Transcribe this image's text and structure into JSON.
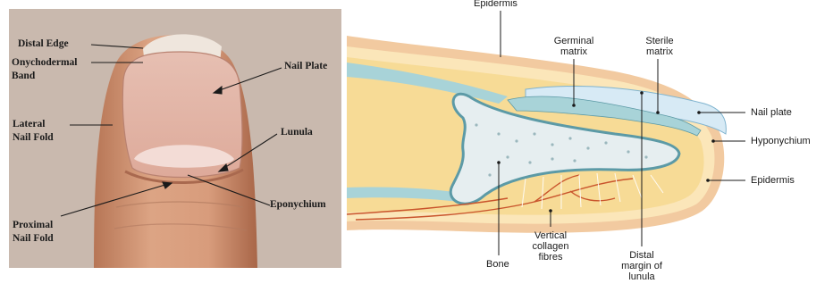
{
  "photo_labels": {
    "distal_edge": "Distal Edge",
    "onychodermal_band_1": "Onychodermal",
    "onychodermal_band_2": "Band",
    "nail_plate": "Nail Plate",
    "lateral_nail_fold_1": "Lateral",
    "lateral_nail_fold_2": "Nail Fold",
    "lunula": "Lunula",
    "eponychium": "Eponychium",
    "proximal_nail_fold_1": "Proximal",
    "proximal_nail_fold_2": "Nail Fold"
  },
  "diagram_labels": {
    "epidermis_top": "Epidermis",
    "germinal_matrix_1": "Germinal",
    "germinal_matrix_2": "matrix",
    "sterile_matrix_1": "Sterile",
    "sterile_matrix_2": "matrix",
    "nail_plate": "Nail plate",
    "hyponychium": "Hyponychium",
    "epidermis_right": "Epidermis",
    "bone": "Bone",
    "vertical_collagen_1": "Vertical",
    "vertical_collagen_2": "collagen",
    "vertical_collagen_3": "fibres",
    "distal_margin_1": "Distal",
    "distal_margin_2": "margin of",
    "distal_margin_3": "lunula"
  },
  "colors": {
    "photo_bg": "#c9b9ae",
    "skin": "#d9a07e",
    "nail": "#e2b3a6",
    "lunula": "#f1d8d3",
    "fat": "#f6d88f",
    "dermis": "#fbe6b9",
    "bone": "#e6eef0",
    "nail_plate_blue": "#d7eaf5",
    "matrix_teal": "#a8d3d8",
    "vessel": "#c9542c"
  }
}
